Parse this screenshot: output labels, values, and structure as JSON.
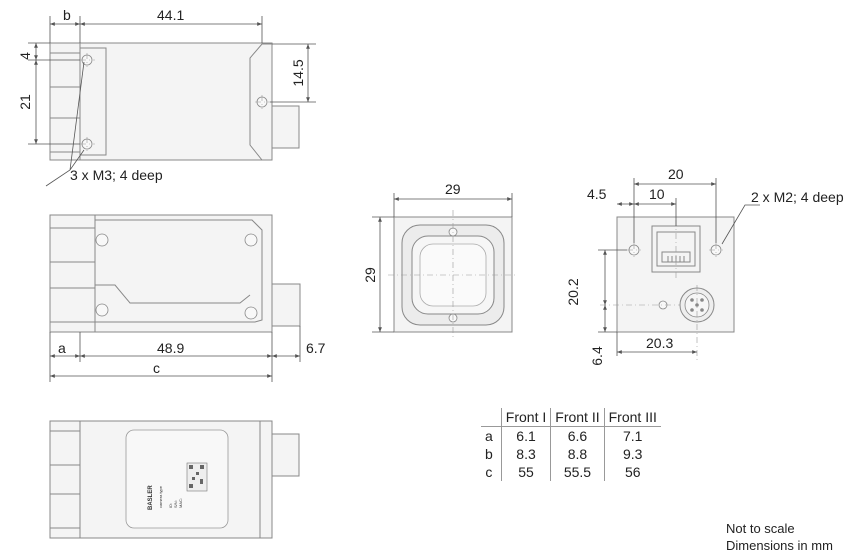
{
  "top_view": {
    "dim_b": "b",
    "dim_width": "44.1",
    "dim_4": "4",
    "dim_21": "21",
    "dim_14_5": "14.5",
    "thread_note": "3 x M3; 4 deep"
  },
  "side_view": {
    "dim_a": "a",
    "dim_48_9": "48.9",
    "dim_6_7": "6.7",
    "dim_c": "c"
  },
  "front_view": {
    "dim_width": "29",
    "dim_height": "29"
  },
  "back_view": {
    "dim_20": "20",
    "dim_4_5": "4.5",
    "dim_10": "10",
    "thread_note": "2 x M2; 4 deep",
    "dim_20_2": "20.2",
    "dim_6_4": "6.4",
    "dim_20_3": "20.3"
  },
  "label_view": {
    "brand": "BASLER",
    "camera_type": "camera type",
    "id_line": "ID:",
    "sn_line": "S/N:",
    "mac_line": "MAC:"
  },
  "table": {
    "headers": [
      "",
      "Front I",
      "Front II",
      "Front III"
    ],
    "rows": [
      {
        "label": "a",
        "values": [
          "6.1",
          "6.6",
          "7.1"
        ]
      },
      {
        "label": "b",
        "values": [
          "8.3",
          "8.8",
          "9.3"
        ]
      },
      {
        "label": "c",
        "values": [
          "55",
          "55.5",
          "56"
        ]
      }
    ]
  },
  "notes": {
    "scale": "Not to scale",
    "units": "Dimensions in mm"
  }
}
